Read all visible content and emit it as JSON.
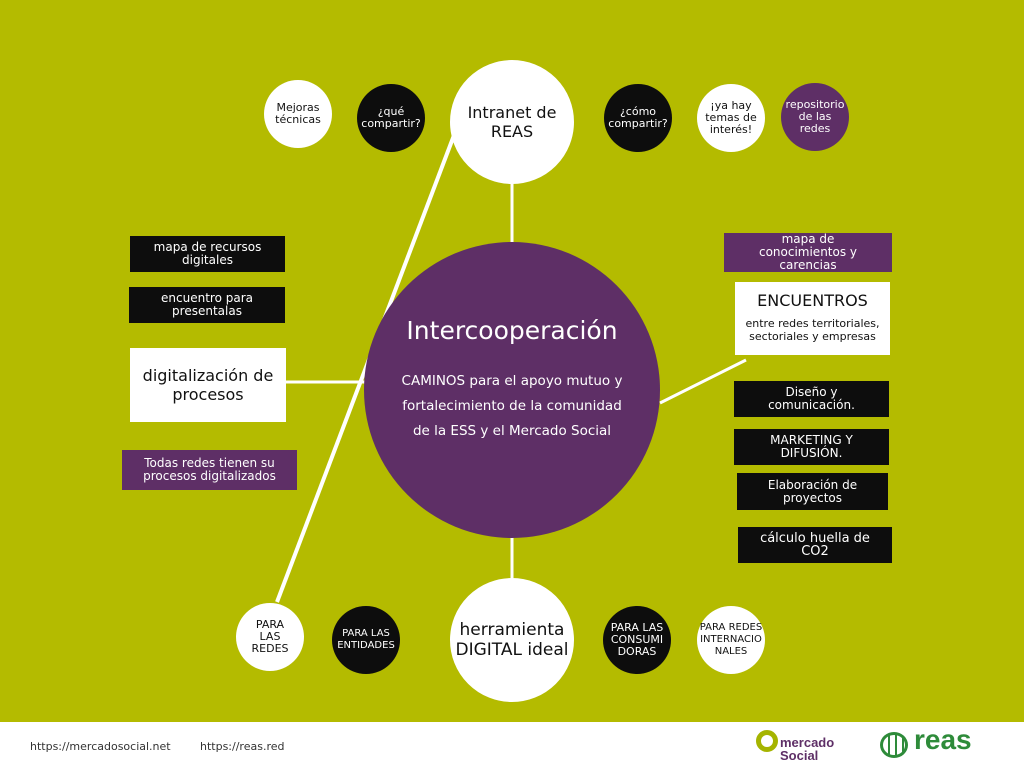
{
  "center": {
    "title": "Intercooperación",
    "subtitle": "CAMINOS para el apoyo mutuo y fortalecimiento de la comunidad de la ESS y el Mercado Social"
  },
  "top": {
    "main": "Intranet de REAS",
    "items": [
      "Mejoras técnicas",
      "¿qué compartir?",
      "¿cómo compartir?",
      "¡ya hay temas de interés!",
      "repositorio de las redes"
    ]
  },
  "bottom": {
    "main": "herramienta DIGITAL ideal",
    "items": [
      "PARA LAS REDES",
      "PARA LAS ENTIDADES",
      "PARA LAS CONSUMIDORAS",
      "PARA REDES INTERNACIONALES"
    ]
  },
  "left": {
    "boxes": [
      "mapa de recursos digitales",
      "encuentro para presentalas"
    ],
    "main": "digitalización de procesos",
    "note": "Todas redes tienen su procesos digitalizados"
  },
  "right": {
    "top_box": "mapa de conocimientos y carencias",
    "main_title": "ENCUENTROS",
    "main_sub": "entre redes territoriales, sectoriales y empresas",
    "boxes": [
      "Diseño y comunicación.",
      "MARKETING Y DIFUSIÓN.",
      "Elaboración de proyectos",
      "cálculo huella de CO2"
    ]
  },
  "footer": {
    "links": [
      "https://mercadosocial.net",
      "https://reas.red"
    ],
    "logos": [
      "mercado Social",
      "reas"
    ]
  },
  "colors": {
    "background": "#b4bb00",
    "purple": "#5e2f66",
    "black": "#0d0d0d",
    "white": "#ffffff"
  }
}
